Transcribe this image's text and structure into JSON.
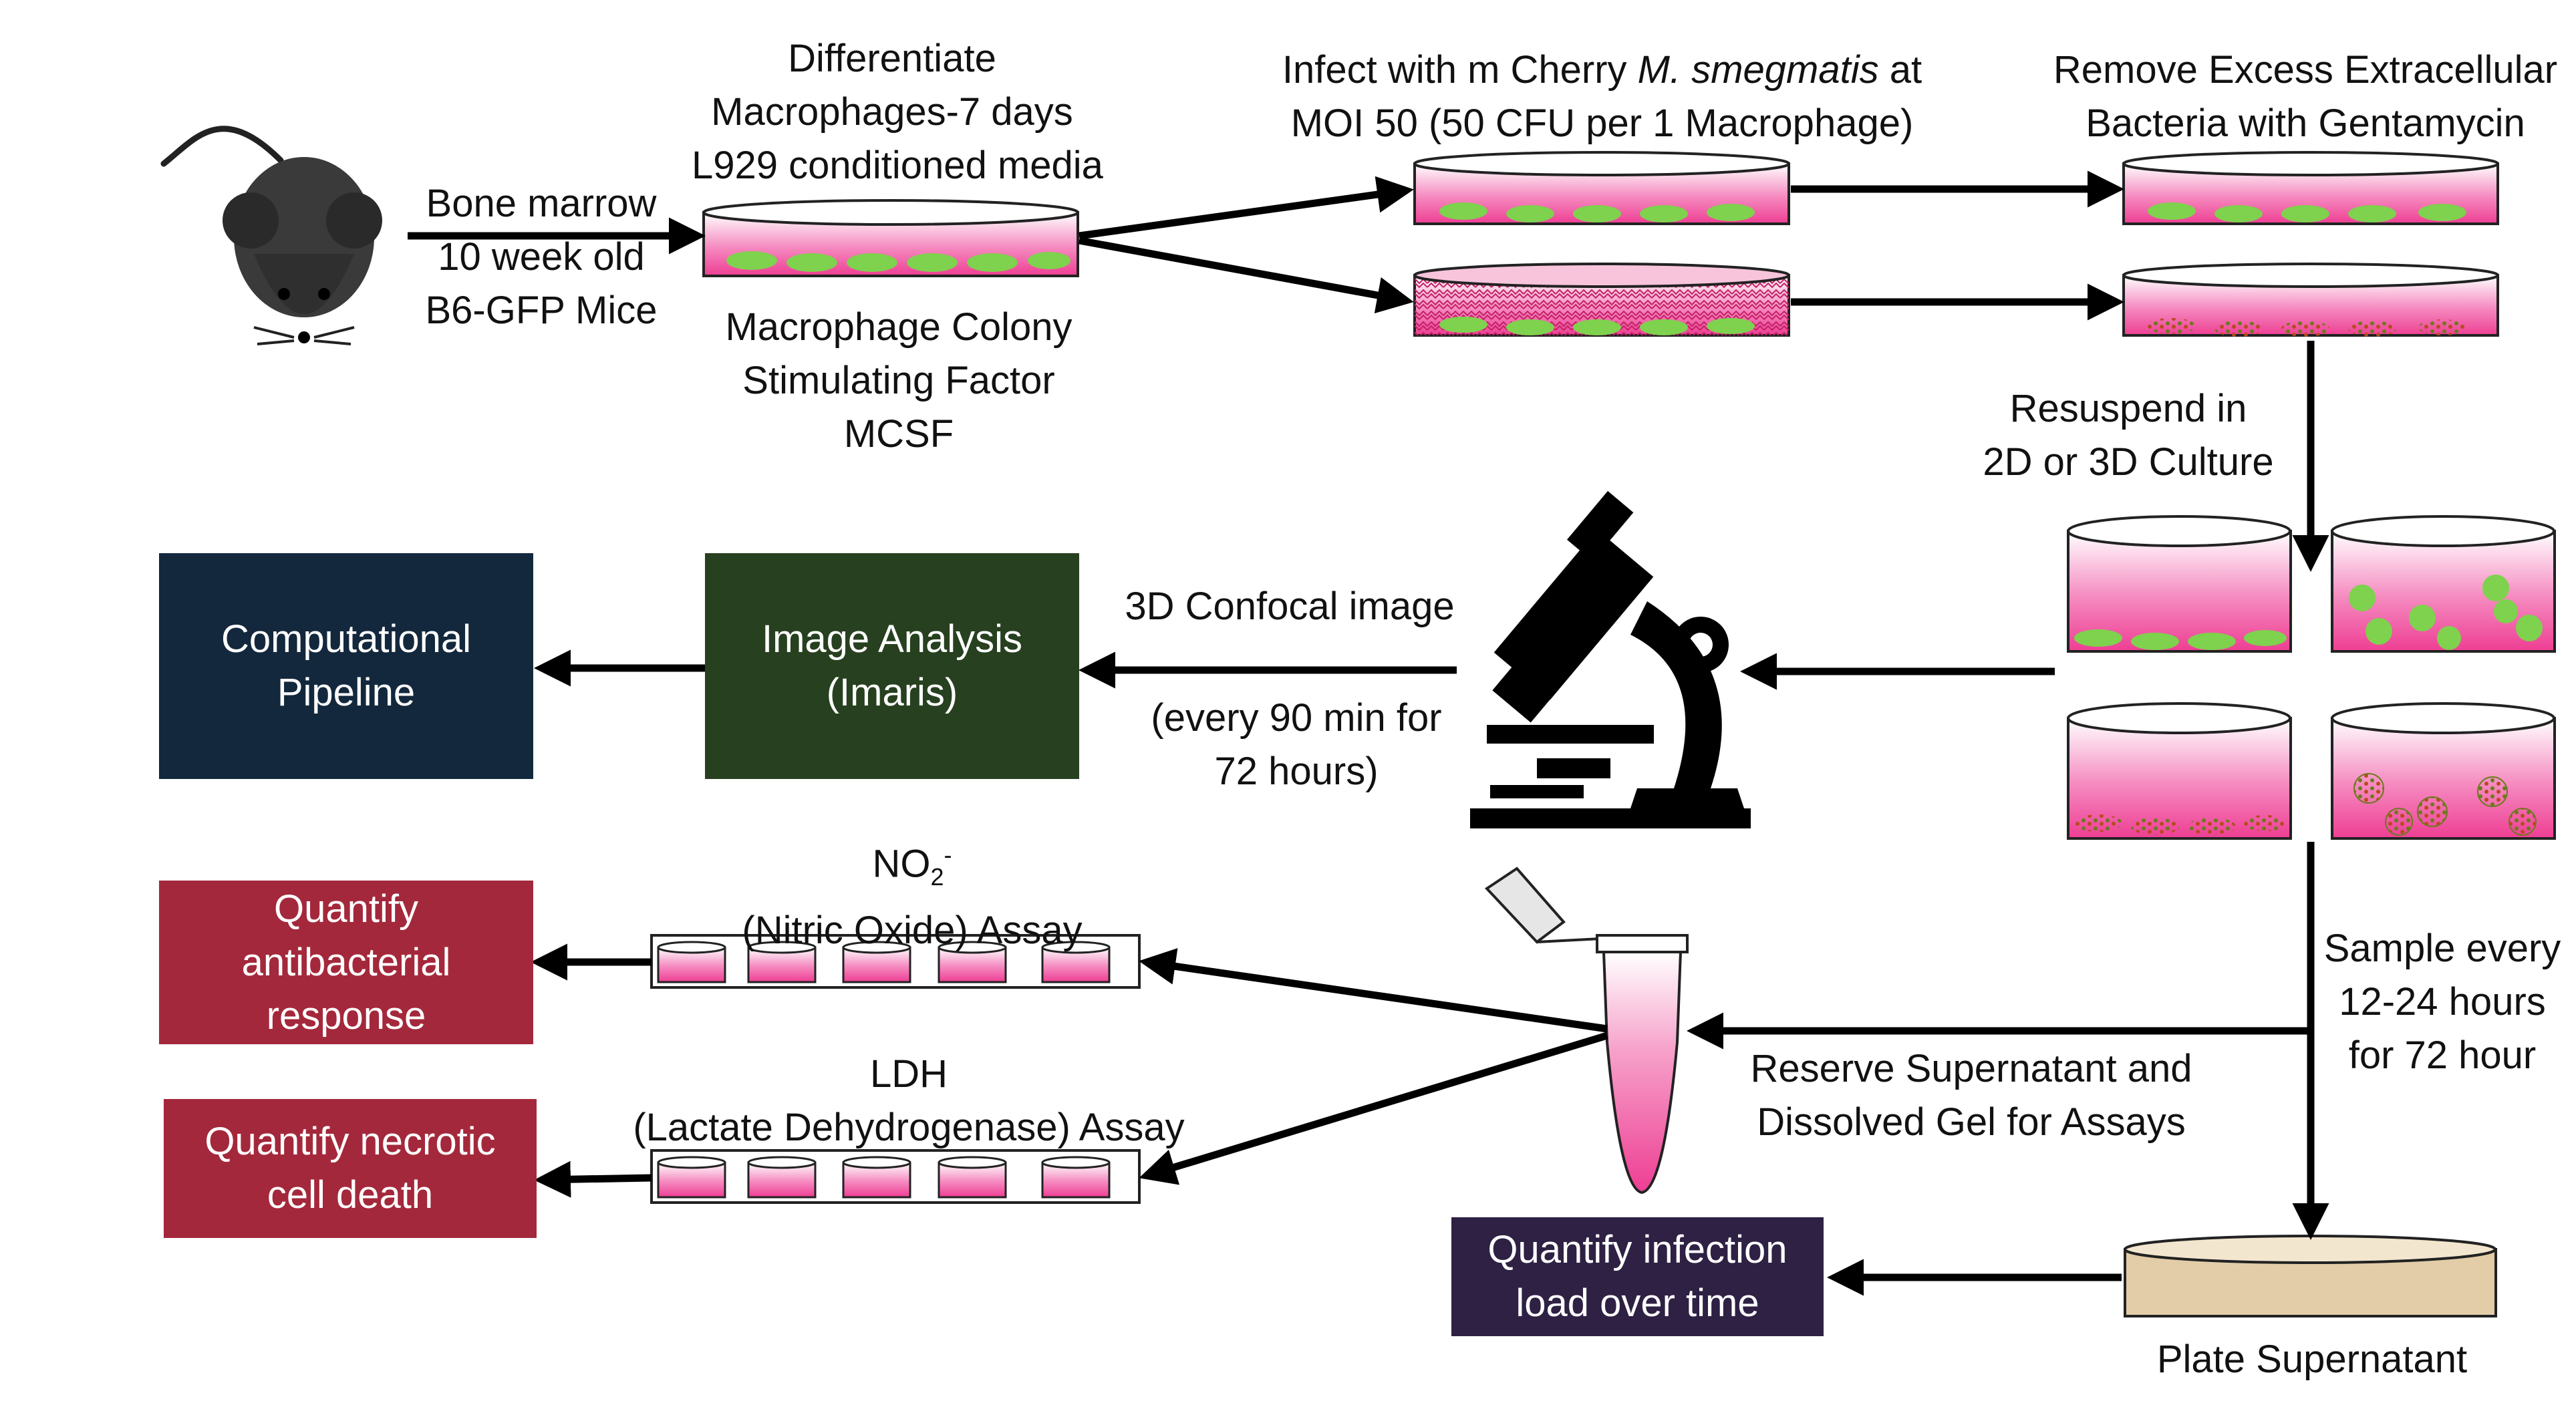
{
  "colors": {
    "arrow": "#000000",
    "media_pink": "#f0479a",
    "cell_green": "#7ed24d",
    "box_pipeline": "#13283d",
    "box_imaris": "#27401f",
    "box_quantify": "#a4283b",
    "box_infection": "#2e2144",
    "agar": "#e2cda8"
  },
  "icons": [
    "mouse-icon",
    "microscope-icon",
    "tube-icon",
    "petri-dish-icon",
    "well-strip-icon"
  ],
  "labels": {
    "differentiate": [
      "Differentiate",
      "Macrophages-7 days",
      "L929 conditioned media"
    ],
    "bone_marrow": [
      "Bone marrow",
      "10 week old",
      "B6-GFP Mice"
    ],
    "mcsf": [
      "Macrophage Colony",
      "Stimulating Factor",
      "MCSF"
    ],
    "infect_prefix": "Infect with m Cherry ",
    "infect_species": "M. smegmatis",
    "infect_suffix": " at",
    "infect_line2": "MOI 50 (50 CFU per 1 Macrophage)",
    "remove": [
      "Remove Excess Extracellular",
      "Bacteria with Gentamycin"
    ],
    "resuspend": [
      "Resuspend in",
      "2D or 3D Culture"
    ],
    "confocal": "3D Confocal image",
    "every90": [
      "(every 90 min for",
      "72 hours)"
    ],
    "no2_base": "NO",
    "no2_sub": "2",
    "no2_sup": "-",
    "nitric": "(Nitric Oxide) Assay",
    "ldh": "LDH",
    "lactate": "(Lactate Dehydrogenase) Assay",
    "sample": [
      "Sample every",
      "12-24 hours",
      "for 72 hour"
    ],
    "reserve": [
      "Reserve Supernatant and",
      "Dissolved Gel for Assays"
    ],
    "plate": "Plate Supernatant"
  },
  "boxes": {
    "pipeline": [
      "Computational",
      "Pipeline"
    ],
    "imaris": [
      "Image Analysis",
      "(Imaris)"
    ],
    "antibacterial": [
      "Quantify",
      "antibacterial",
      "response"
    ],
    "necrotic": [
      "Quantify necrotic",
      "cell death"
    ],
    "infection": [
      "Quantify infection",
      "load over time"
    ]
  }
}
